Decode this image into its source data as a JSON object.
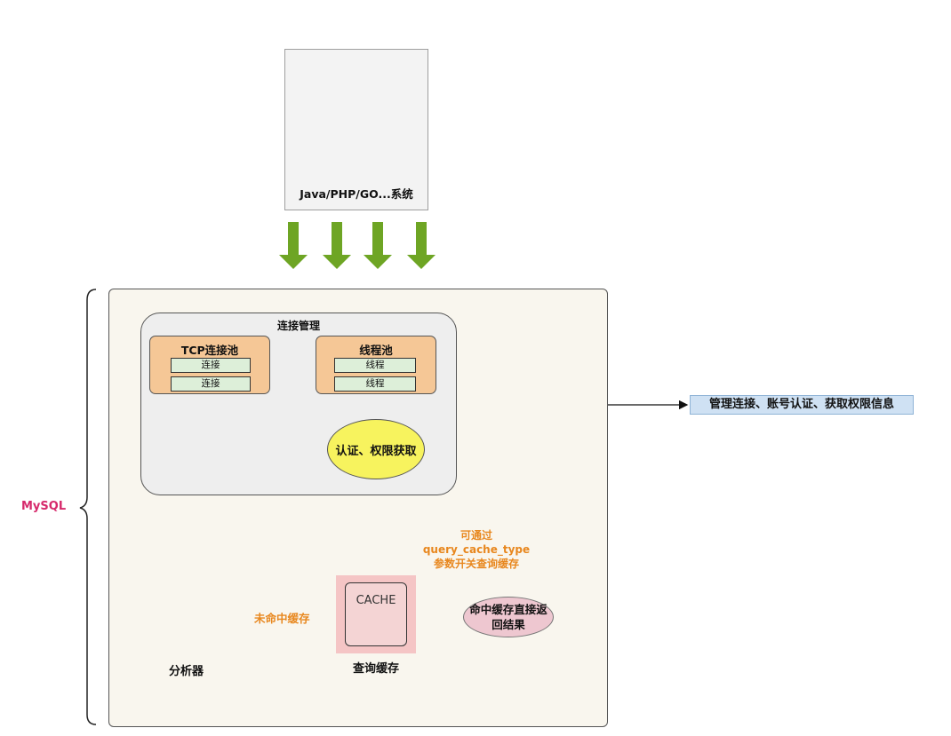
{
  "client": {
    "label": "Java/PHP/GO...系统",
    "icon": "server-folder-icon"
  },
  "mysql": {
    "label": "MySQL"
  },
  "connection_management": {
    "title": "连接管理",
    "tcp_pool": {
      "title": "TCP连接池",
      "slots": [
        "连接",
        "连接"
      ]
    },
    "thread_pool": {
      "title": "线程池",
      "slots": [
        "线程",
        "线程"
      ]
    },
    "auth": "认证、权限获取"
  },
  "side_note": "管理连接、账号认证、获取权限信息",
  "query_cache": {
    "inner_text": "CACHE",
    "label": "查询缓存",
    "bubble": [
      "可通过",
      "query_cache_type",
      "参数开关查询缓存"
    ],
    "hit_result": "命中缓存直接返回结果",
    "miss_label": "未命中缓存"
  },
  "analyzer": {
    "label": "分析器",
    "icon": "document-magnifier-icon"
  },
  "colors": {
    "arrow_green": "#6ea524",
    "pool_orange": "#f5c796",
    "slot_green": "#ddefd9",
    "auth_yellow": "#f7f35e",
    "cache_pink": "#f5c5c5",
    "hit_pink": "#eec7d0",
    "info_blue": "#cfe1f3",
    "mysql_magenta": "#d6296b",
    "note_orange": "#e8871e"
  }
}
